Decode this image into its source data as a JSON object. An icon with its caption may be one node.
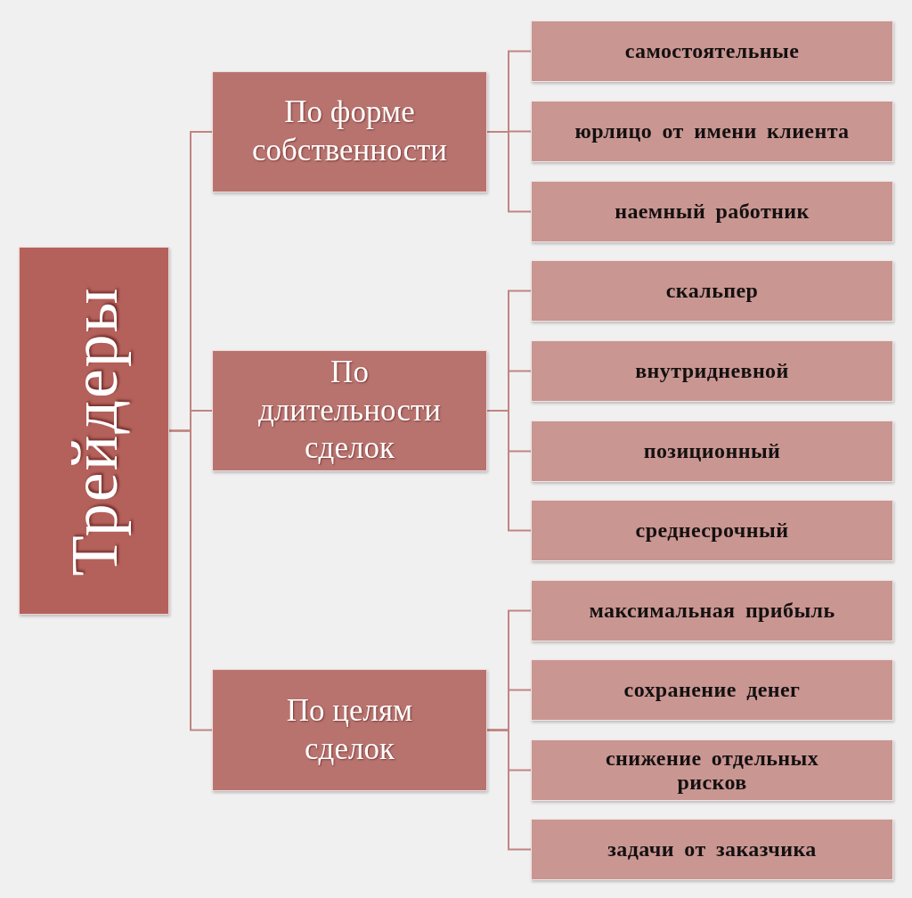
{
  "diagram": {
    "nodes": [
      {
        "text": [
          "Трейдеры"
        ]
      },
      {
        "text": [
          "По форме собственности"
        ]
      },
      {
        "text": [
          "самостоятельные"
        ]
      },
      {
        "text": [
          "юрлицо от имени клиента"
        ]
      },
      {
        "text": [
          "наемный работник"
        ]
      },
      {
        "text": [
          "По длительности сделок"
        ]
      },
      {
        "text": [
          "скальпер"
        ]
      },
      {
        "text": [
          "внутридневной"
        ]
      },
      {
        "text": [
          "позиционный"
        ]
      },
      {
        "text": [
          "среднесрочный"
        ]
      },
      {
        "text": [
          "По целям сделок"
        ]
      },
      {
        "text": [
          "максимальная прибыль"
        ]
      },
      {
        "text": [
          "сохранение денег"
        ]
      },
      {
        "text": [
          "снижение отдельных рисков"
        ]
      },
      {
        "text": [
          "задачи от заказчика"
        ]
      }
    ],
    "edges": [
      {
        "from": 0,
        "to": 1,
        "arrow": "none"
      },
      {
        "from": 0,
        "to": 5,
        "arrow": "none"
      },
      {
        "from": 0,
        "to": 10,
        "arrow": "none"
      },
      {
        "from": 1,
        "to": 2,
        "arrow": "none"
      },
      {
        "from": 1,
        "to": 3,
        "arrow": "none"
      },
      {
        "from": 1,
        "to": 4,
        "arrow": "none"
      },
      {
        "from": 5,
        "to": 6,
        "arrow": "none"
      },
      {
        "from": 5,
        "to": 7,
        "arrow": "none"
      },
      {
        "from": 5,
        "to": 8,
        "arrow": "none"
      },
      {
        "from": 5,
        "to": 9,
        "arrow": "none"
      },
      {
        "from": 10,
        "to": 11,
        "arrow": "none"
      },
      {
        "from": 10,
        "to": 12,
        "arrow": "none"
      },
      {
        "from": 10,
        "to": 13,
        "arrow": "none"
      },
      {
        "from": 10,
        "to": 14,
        "arrow": "none"
      }
    ]
  }
}
